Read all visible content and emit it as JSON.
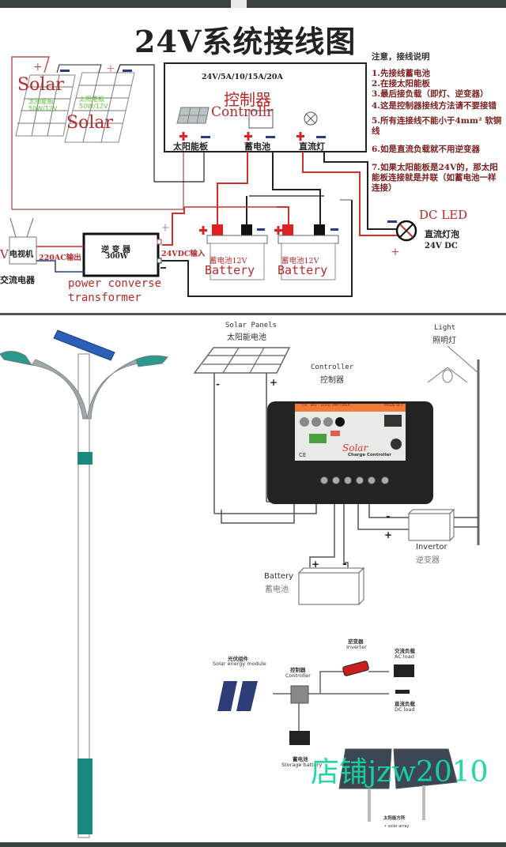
{
  "top_diagram": {
    "title": "24V系统接线图",
    "solar_panel_1": {
      "label": "Solar",
      "sub_line1": "太阳能板",
      "sub_line2": "50W/12V"
    },
    "solar_panel_2": {
      "label": "Solar",
      "sub_line1": "太阳能板",
      "sub_line2": "50W/12V"
    },
    "controller": {
      "spec": "24V/5A/10/15A/20A",
      "name_cn": "控制器",
      "name_en": "Controllr",
      "terminal_solar": "太阳能板",
      "terminal_battery": "蓄电池",
      "terminal_dc_light": "直流灯"
    },
    "notes": {
      "heading": "注意，接线说明",
      "items": [
        "1.先接线蓄电池",
        "2.在接太阳能板",
        "3.最后接负载（即灯、逆变器）",
        "4.这是控制器接线方法请不要接错",
        "5.所有连接线不能小于4mm² 软铜线",
        "6.如是直流负载就不用逆变器",
        "7.如果太阳能板是24V的，那太阳能板连接就是并联（如蓄电池一样连接）"
      ]
    },
    "tv": {
      "label": "电视机",
      "prefix": "V",
      "caption": "交流电器"
    },
    "inverter": {
      "name_cn": "逆 变 器",
      "power": "300W",
      "output_label": "220AC输出",
      "input_label": "24VDC输入",
      "caption_line1": "power converse",
      "caption_line2": "transformer"
    },
    "battery_1": {
      "label_cn": "蓄电池12V",
      "label_en": "Battery"
    },
    "battery_2": {
      "label_cn": "蓄电池12V",
      "label_en": "Battery"
    },
    "dc_led": {
      "label": "DC LED",
      "sub": "直流灯泡",
      "voltage": "24V DC"
    },
    "symbols": {
      "plus": "+",
      "minus": "−"
    }
  },
  "bottom_diagram": {
    "solar_panels": {
      "en": "Solar Panels",
      "cn": "太阳能电池"
    },
    "light": {
      "en": "Light",
      "cn": "照明灯"
    },
    "controller": {
      "en": "Controller",
      "cn": "控制器",
      "brand": "Solar",
      "product": "Charge Controller",
      "ce_mark": "CE",
      "strip_labels": [
        "CH",
        "BAT",
        "LOAD",
        "TMP",
        "OVER"
      ],
      "strip_right": "MODE SET"
    },
    "inverter": {
      "en": "Invertor",
      "cn": "逆变器"
    },
    "battery": {
      "en": "Battery",
      "cn": "蓄电池"
    },
    "system": {
      "solar_module": {
        "cn": "光伏组件",
        "en": "Solar energy module"
      },
      "controller": {
        "cn": "控制器",
        "en": "Controller"
      },
      "inverter": {
        "cn": "逆变器",
        "en": "Inverter"
      },
      "ac_load": {
        "cn": "交流负载",
        "en": "AC load"
      },
      "dc_load": {
        "cn": "直流负载",
        "en": "DC load"
      },
      "storage": {
        "cn": "蓄电池",
        "en": "Storage battery"
      },
      "array": {
        "cn": "太阳能方阵",
        "en": "• solar array"
      }
    }
  },
  "watermark": "店铺jzw2010",
  "colors": {
    "wire_red": "#d22f2f",
    "wire_black": "#111111",
    "terminal_red": "#e02020",
    "minus_blue": "#2a3a8a",
    "panel_green": "#5fbf3a",
    "teal": "#1a8a80",
    "watermark": "#16d6a0",
    "controller_orange": "#f07a3a"
  }
}
